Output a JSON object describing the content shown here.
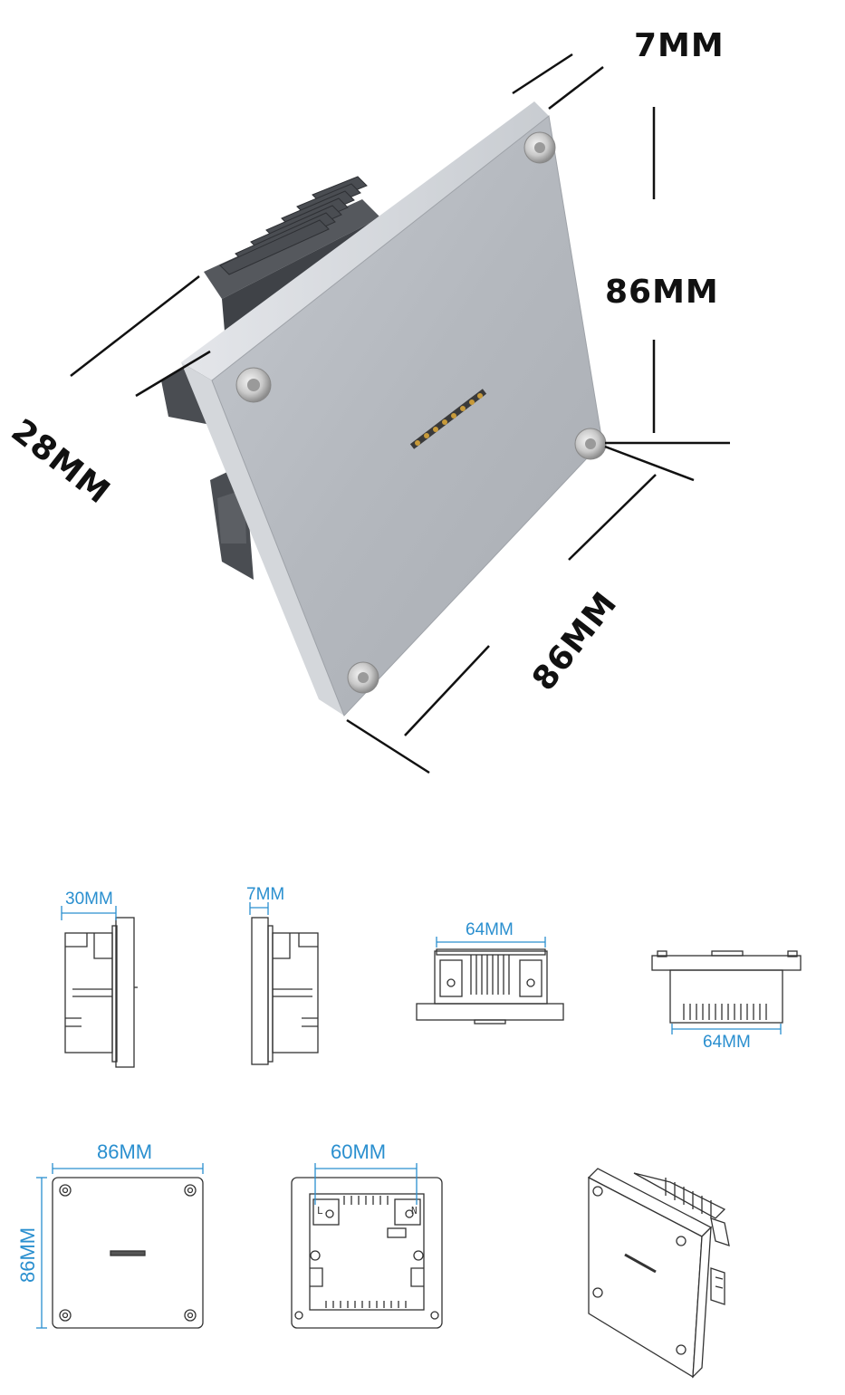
{
  "hero": {
    "thickness_label": "7MM",
    "height_label": "86MM",
    "depth_label": "28MM",
    "width_label": "86MM"
  },
  "drawings": {
    "side_depth_label": "30MM",
    "side_plate_label": "7MM",
    "top_width_label": "64MM",
    "bottom_width_label": "64MM",
    "front_width_label": "86MM",
    "front_height_label": "86MM",
    "back_width_label": "60MM",
    "back_terminal_l": "L",
    "back_terminal_n": "N"
  },
  "colors": {
    "dimension_blue": "#2a8fcf",
    "plate_grey": "#b8bcc2",
    "heatsink_dark": "#4a4d52"
  }
}
